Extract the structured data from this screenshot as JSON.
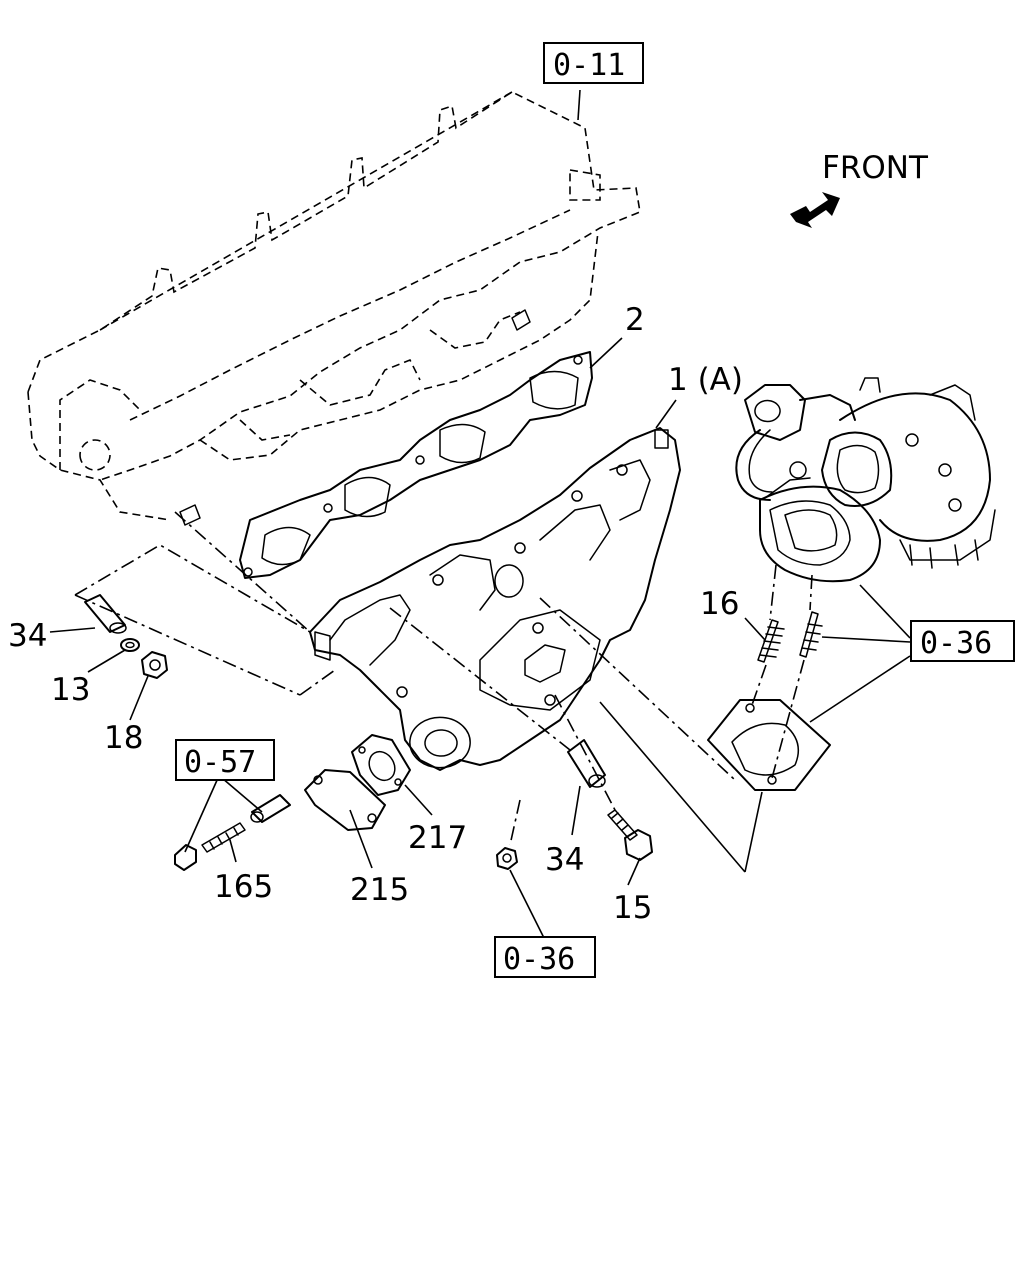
{
  "orientation": {
    "text": "FRONT",
    "icon": "arrow-icon"
  },
  "refs": {
    "cylinder_head": "0-11",
    "turbo_studs": "0-36",
    "bottom_nut": "0-36",
    "egr_bracket": "0-57"
  },
  "labels": {
    "exhaust_manifold": "1 (A)",
    "manifold_gasket": "2",
    "pipe_left": "34",
    "washer": "13",
    "nut_left": "18",
    "stud_16": "16",
    "stud_165": "165",
    "cover_plate": "215",
    "gasket_217": "217",
    "pipe_34": "34",
    "bolt_15": "15"
  }
}
